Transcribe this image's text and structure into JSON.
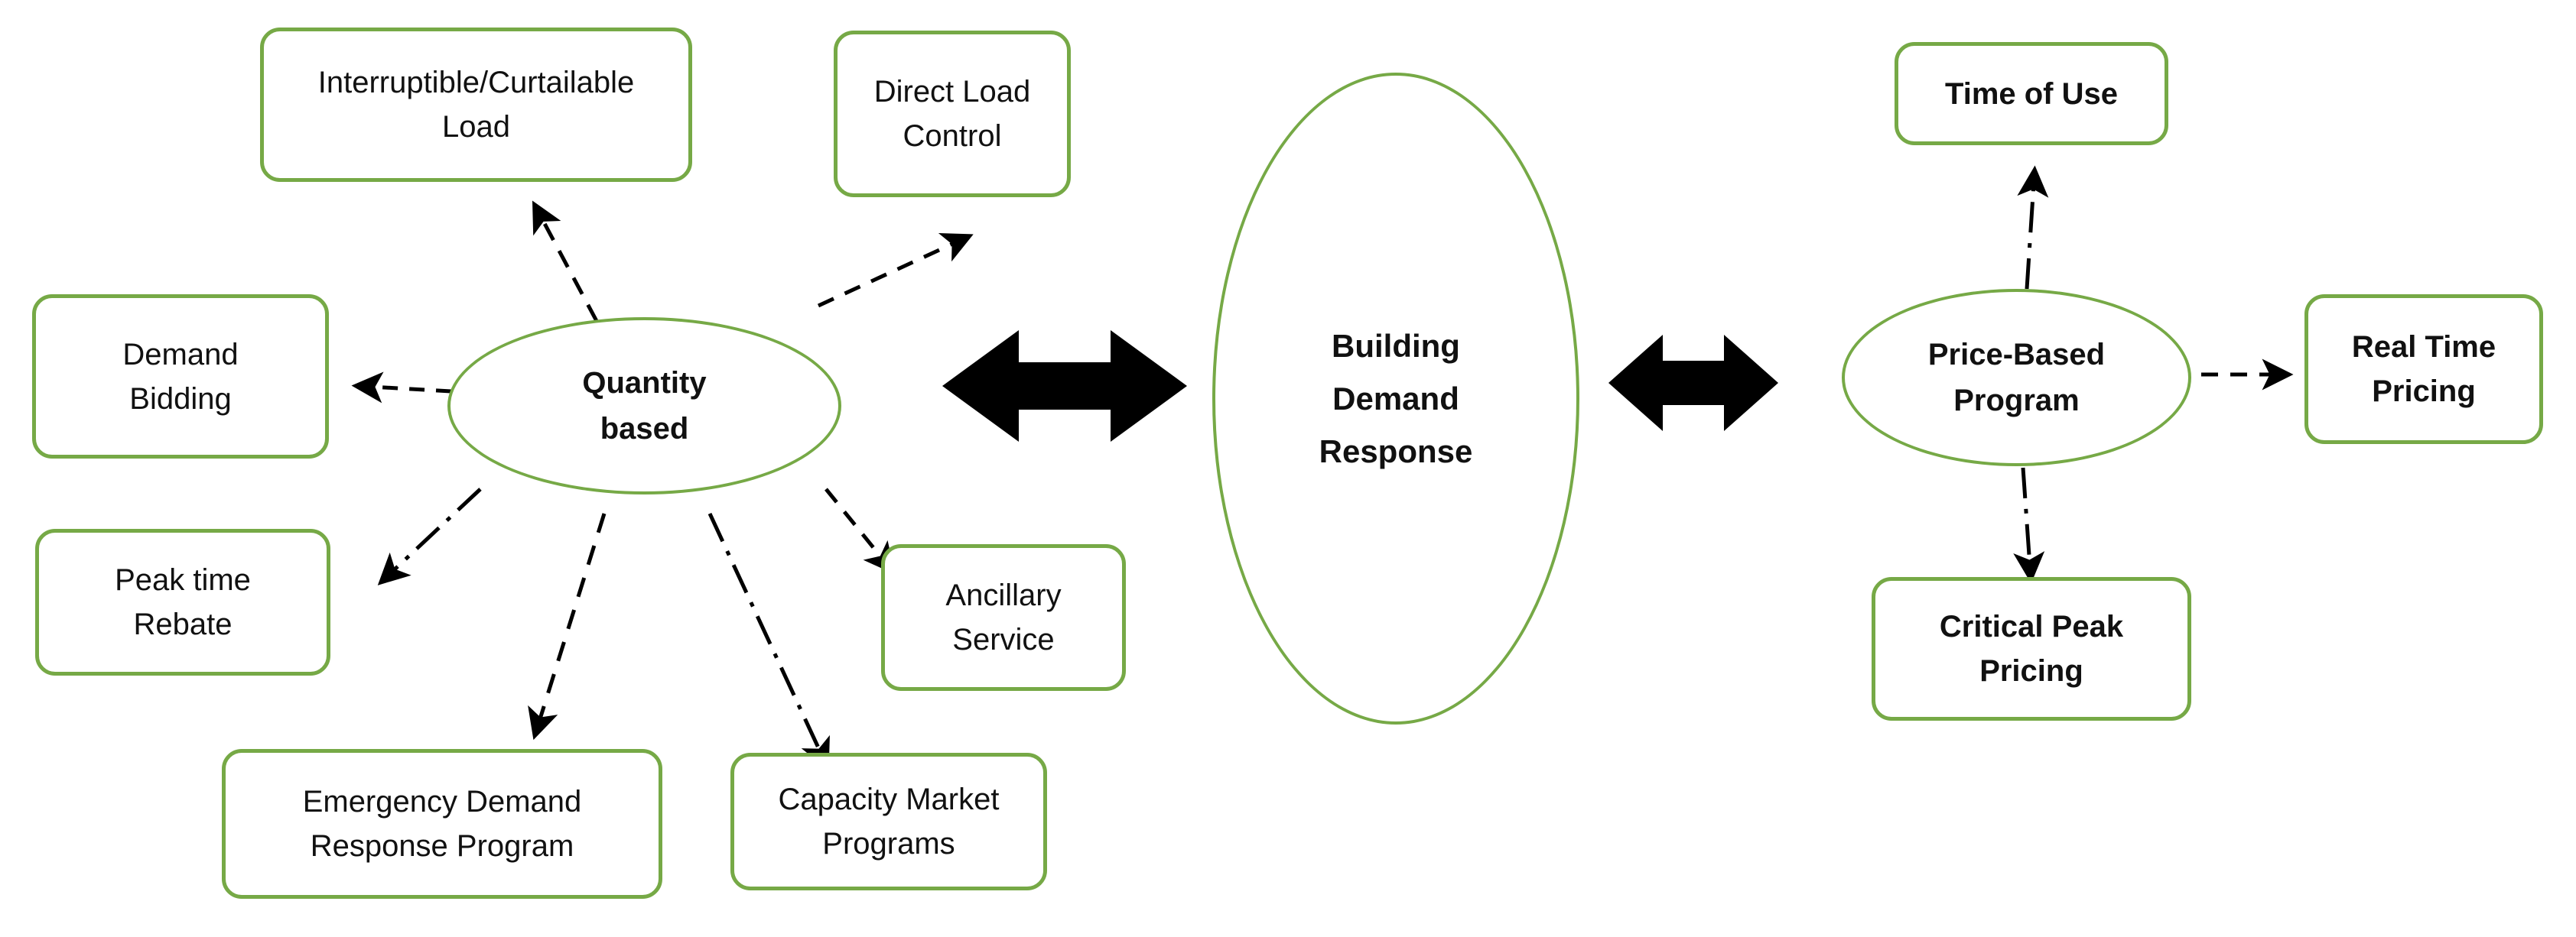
{
  "diagram": {
    "title": "Building Demand Response classification diagram",
    "accent_color": "#76a946",
    "text_color": "#111111",
    "arrow_color": "#000000",
    "background": "#ffffff"
  },
  "center": {
    "label": "Building\nDemand\nResponse",
    "shape": "ellipse"
  },
  "left_group": {
    "hub": {
      "label": "Quantity\nbased",
      "shape": "ellipse"
    },
    "nodes": [
      {
        "id": "interruptible-curtailable-load",
        "label": "Interruptible/Curtailable\nLoad",
        "bold": false
      },
      {
        "id": "direct-load-control",
        "label": "Direct Load\nControl",
        "bold": false
      },
      {
        "id": "demand-bidding",
        "label": "Demand\nBidding",
        "bold": false
      },
      {
        "id": "peak-time-rebate",
        "label": "Peak time\nRebate",
        "bold": false
      },
      {
        "id": "emergency-demand-response-program",
        "label": "Emergency Demand\nResponse Program",
        "bold": false
      },
      {
        "id": "capacity-market-programs",
        "label": "Capacity Market\nPrograms",
        "bold": false
      },
      {
        "id": "ancillary-service",
        "label": "Ancillary\nService",
        "bold": false
      }
    ]
  },
  "right_group": {
    "hub": {
      "label": "Price-Based\nProgram",
      "shape": "ellipse"
    },
    "nodes": [
      {
        "id": "time-of-use",
        "label": "Time of Use",
        "bold": true
      },
      {
        "id": "real-time-pricing",
        "label": "Real Time\nPricing",
        "bold": true
      },
      {
        "id": "critical-peak-pricing",
        "label": "Critical Peak\nPricing",
        "bold": true
      }
    ]
  },
  "connectors": {
    "thick_double_arrow_left": "Quantity based <-> Building Demand Response",
    "thick_double_arrow_right": "Building Demand Response <-> Price-Based Program",
    "dashed_links": [
      "Quantity based -> Interruptible/Curtailable Load",
      "Quantity based -> Direct Load Control",
      "Quantity based -> Demand Bidding",
      "Quantity based -> Peak time Rebate",
      "Quantity based -> Emergency Demand Response Program",
      "Quantity based -> Capacity Market Programs",
      "Quantity based -> Ancillary Service",
      "Price-Based Program -> Time of Use",
      "Price-Based Program -> Real Time Pricing",
      "Price-Based Program -> Critical Peak Pricing"
    ]
  }
}
